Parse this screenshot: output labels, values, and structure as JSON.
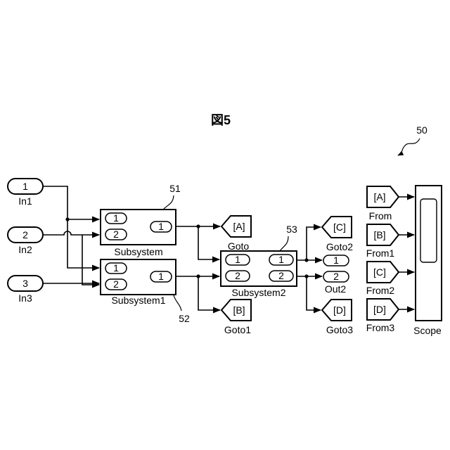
{
  "figure": {
    "title": "図5",
    "ref_main": "50"
  },
  "inputs": [
    {
      "num": "1",
      "name": "In1"
    },
    {
      "num": "2",
      "name": "In2"
    },
    {
      "num": "3",
      "name": "In3"
    }
  ],
  "subsystem": {
    "name": "Subsystem",
    "ref": "51",
    "in1": "1",
    "in2": "2",
    "out1": "1"
  },
  "subsystem1": {
    "name": "Subsystem1",
    "ref": "52",
    "in1": "1",
    "in2": "2",
    "out1": "1"
  },
  "subsystem2": {
    "name": "Subsystem2",
    "ref": "53",
    "in1": "1",
    "in2": "2",
    "out1": "1",
    "out2": "2"
  },
  "gotos": [
    {
      "tag": "[A]",
      "name": "Goto"
    },
    {
      "tag": "[B]",
      "name": "Goto1"
    },
    {
      "tag": "[C]",
      "name": "Goto2"
    },
    {
      "tag": "[D]",
      "name": "Goto3"
    }
  ],
  "outports": [
    {
      "num": "1",
      "name": ""
    },
    {
      "num": "2",
      "name": "Out2"
    }
  ],
  "froms": [
    {
      "tag": "[A]",
      "name": "From"
    },
    {
      "tag": "[B]",
      "name": "From1"
    },
    {
      "tag": "[C]",
      "name": "From2"
    },
    {
      "tag": "[D]",
      "name": "From3"
    }
  ],
  "scope": {
    "name": "Scope"
  }
}
